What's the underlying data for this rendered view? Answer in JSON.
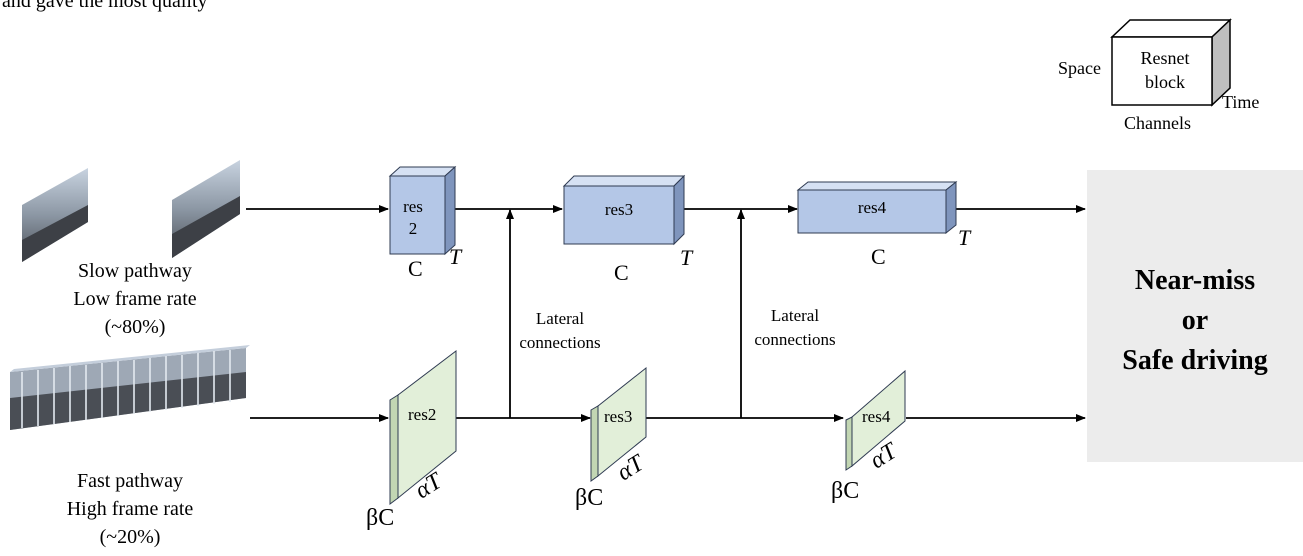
{
  "caption_fragment": "and gave the most quality",
  "legend": {
    "block_label": "Resnet\nblock",
    "space": "Space",
    "time": "Time",
    "channels": "Channels"
  },
  "slow_pathway": {
    "line1": "Slow pathway",
    "line2": "Low frame rate",
    "line3": "(~80%)",
    "blocks": [
      {
        "label": "res\n2",
        "channel": "C",
        "time": "T"
      },
      {
        "label": "res3",
        "channel": "C",
        "time": "T"
      },
      {
        "label": "res4",
        "channel": "C",
        "time": "T"
      }
    ]
  },
  "fast_pathway": {
    "line1": "Fast pathway",
    "line2": "High frame rate",
    "line3": "(~20%)",
    "blocks": [
      {
        "label": "res2",
        "channel": "βC",
        "time": "αT"
      },
      {
        "label": "res3",
        "channel": "βC",
        "time": "αT"
      },
      {
        "label": "res4",
        "channel": "βC",
        "time": "αT"
      }
    ]
  },
  "lateral": [
    {
      "line1": "Lateral",
      "line2": "connections"
    },
    {
      "line1": "Lateral",
      "line2": "connections"
    }
  ],
  "output": {
    "line1": "Near-miss",
    "line2": "or",
    "line3": "Safe driving"
  },
  "colors": {
    "slow_block_front": "#b4c7e7",
    "slow_block_top": "#d6e1f3",
    "slow_block_side": "#7f95bd",
    "fast_block_front": "#e2efd9",
    "fast_block_top": "#eef6e8",
    "fast_block_side": "#c2d6b3",
    "output_box": "#ececec",
    "line": "#000000"
  }
}
